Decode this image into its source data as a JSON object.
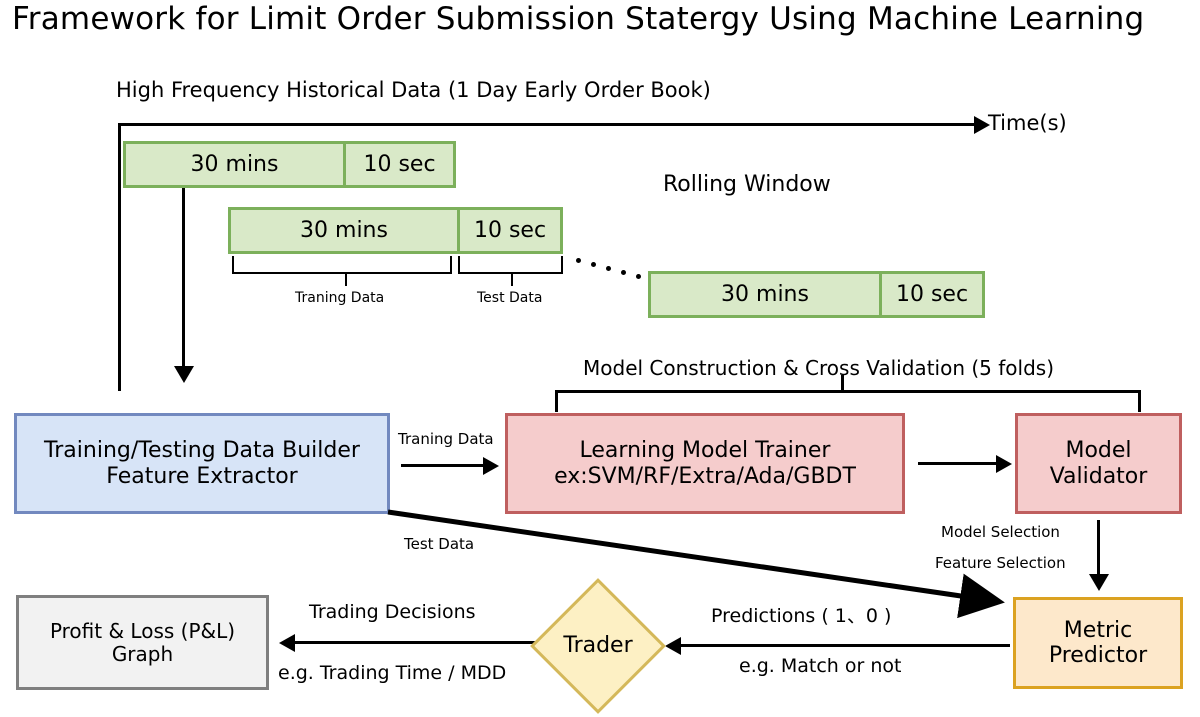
{
  "title": "Framework for Limit Order Submission Statergy Using Machine Learning",
  "timeline": {
    "data_label": "High Frequency Historical Data (1 Day Early Order Book)",
    "axis_label": "Time(s)",
    "rolling_label": "Rolling Window",
    "windows": [
      {
        "train": "30 mins",
        "test": "10 sec"
      },
      {
        "train": "30 mins",
        "test": "10 sec"
      },
      {
        "train": "30 mins",
        "test": "10 sec"
      }
    ],
    "bracket_labels": {
      "training": "Traning Data",
      "test": "Test Data"
    }
  },
  "pipeline": {
    "cross_validation_label": "Model Construction & Cross Validation (5 folds)",
    "builder_box": {
      "line1": "Training/Testing Data Builder",
      "line2": "Feature Extractor"
    },
    "trainer_box": {
      "line1": "Learning Model Trainer",
      "line2": "ex:SVM/RF/Extra/Ada/GBDT"
    },
    "validator_box": {
      "line1": "Model",
      "line2": "Validator"
    },
    "metric_box": {
      "line1": "Metric",
      "line2": "Predictor"
    },
    "trader_node": "Trader",
    "pl_box": {
      "line1": "Profit & Loss (P&L)",
      "line2": "Graph"
    }
  },
  "edges": {
    "builder_to_trainer": "Traning Data",
    "builder_to_metric": "Test Data",
    "validator_to_metric_line1": "Model Selection",
    "validator_to_metric_line2": "Feature Selection",
    "metric_to_trader_top": "Predictions ( 1、0 )",
    "metric_to_trader_bottom": "e.g. Match or not",
    "trader_to_pl_top": "Trading Decisions",
    "trader_to_pl_bottom": "e.g. Trading Time / MDD"
  },
  "colors": {
    "window_fill": "#d9e9c8",
    "window_border": "#7cb05b",
    "builder_fill": "#d7e4f7",
    "builder_border": "#7289bf",
    "model_fill": "#f5cccc",
    "model_border": "#bf5f5f",
    "metric_fill": "#fde8cb",
    "metric_border": "#dba221",
    "trader_fill": "#fdf0c4",
    "trader_border": "#d4b85a",
    "pl_fill": "#f2f2f2",
    "pl_border": "#7f7f7f",
    "line": "#000000"
  }
}
